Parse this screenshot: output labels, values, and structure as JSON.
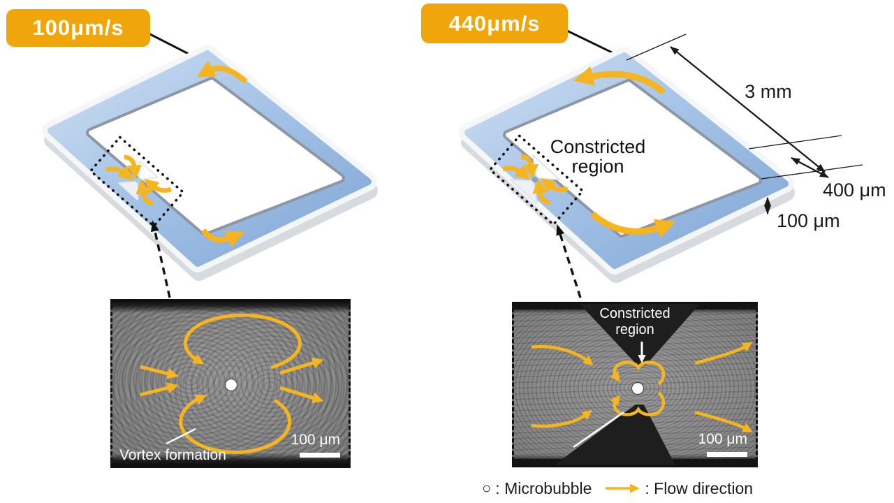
{
  "figure": {
    "left_panel": {
      "velocity_badge": "100μm/s",
      "inset": {
        "vortex_label": "Vortex formation",
        "scale_bar_label": "100 μm"
      }
    },
    "right_panel": {
      "velocity_badge": "440μm/s",
      "constricted_line1": "Constricted",
      "constricted_line2": "region",
      "dim_length": "3 mm",
      "dim_width": "400 μm",
      "dim_height": "100 μm",
      "inset": {
        "constricted_line1": "Constricted",
        "constricted_line2": "region",
        "scale_bar_label": "100 μm"
      }
    },
    "legend": {
      "bubble_symbol": "○",
      "microbubble_label": ": Microbubble",
      "flow_label": ": Flow direction"
    },
    "colors": {
      "badge_orange": "#F0A50B",
      "flow_arrow_yellow": "#F6B41E",
      "channel_blue": "#9FC0E4",
      "text_black": "#1a1a1a"
    }
  }
}
